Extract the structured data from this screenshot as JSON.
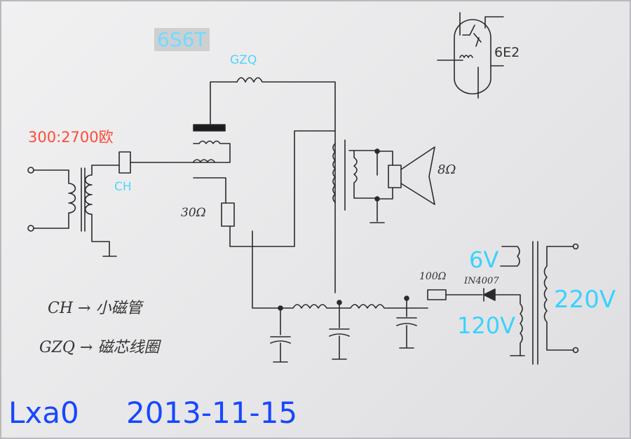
{
  "labels": {
    "tube": "6S6T",
    "choke": "GZQ",
    "ratio": "300:2700欧",
    "capacitor_tube": "CH",
    "resistor_30": "30Ω",
    "speaker": "8Ω",
    "resistor_100": "100Ω",
    "diode": "IN4007",
    "heater_voltage": "6V",
    "anode_voltage": "120V",
    "mains_voltage": "220V",
    "indicator_tube": "6E2"
  },
  "legend": {
    "ch_line": "CH → 小磁管",
    "gzq_line": "GZQ → 磁芯线圈"
  },
  "signature": {
    "author": "Lxa0",
    "date": "2013-11-15"
  },
  "colors": {
    "ink": "#2a2a2e",
    "red": "#ff4a3a",
    "cyan": "#3ad2ff",
    "blue": "#1747ff"
  }
}
